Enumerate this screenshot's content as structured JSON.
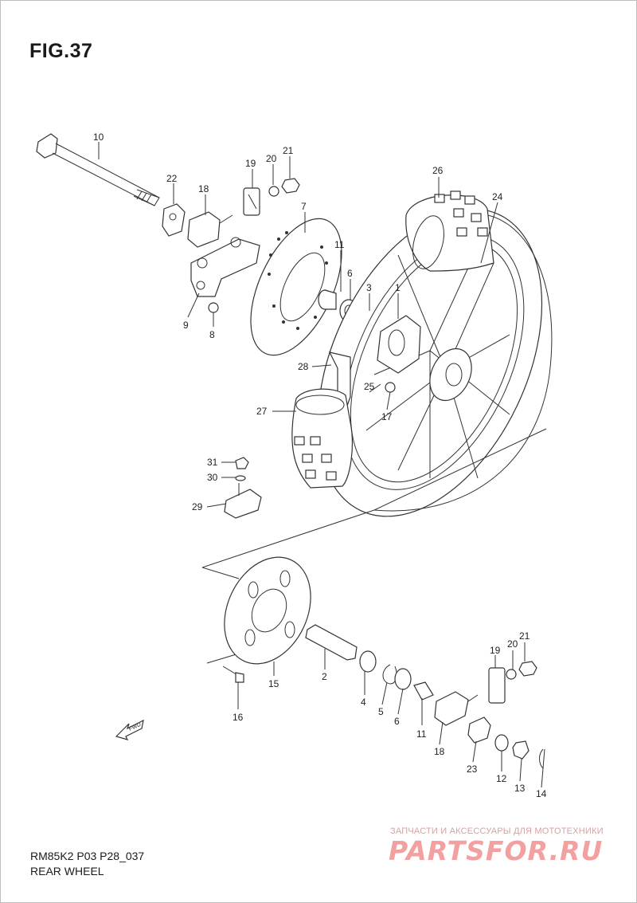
{
  "header": {
    "figure_title": "FIG.37"
  },
  "footer": {
    "model_code": "RM85K2 P03 P28_037",
    "section_name": "REAR WHEEL"
  },
  "watermark": {
    "tagline": "ЗАПЧАСТИ И АКСЕССУАРЫ ДЛЯ МОТОТЕХНИКИ",
    "logo_text": "PARTSFOR.RU"
  },
  "fwd_marker": {
    "text": "FWD"
  },
  "callouts": [
    "10",
    "22",
    "18",
    "19",
    "20",
    "21",
    "26",
    "24",
    "7",
    "11",
    "6",
    "3",
    "1",
    "9",
    "8",
    "28",
    "25",
    "27",
    "17",
    "31",
    "30",
    "29",
    "15",
    "2",
    "4",
    "5",
    "6",
    "11",
    "18",
    "16",
    "19",
    "20",
    "21",
    "23",
    "12",
    "13",
    "14"
  ],
  "colors": {
    "line": "#333333",
    "watermark": "#f2a0a0"
  }
}
